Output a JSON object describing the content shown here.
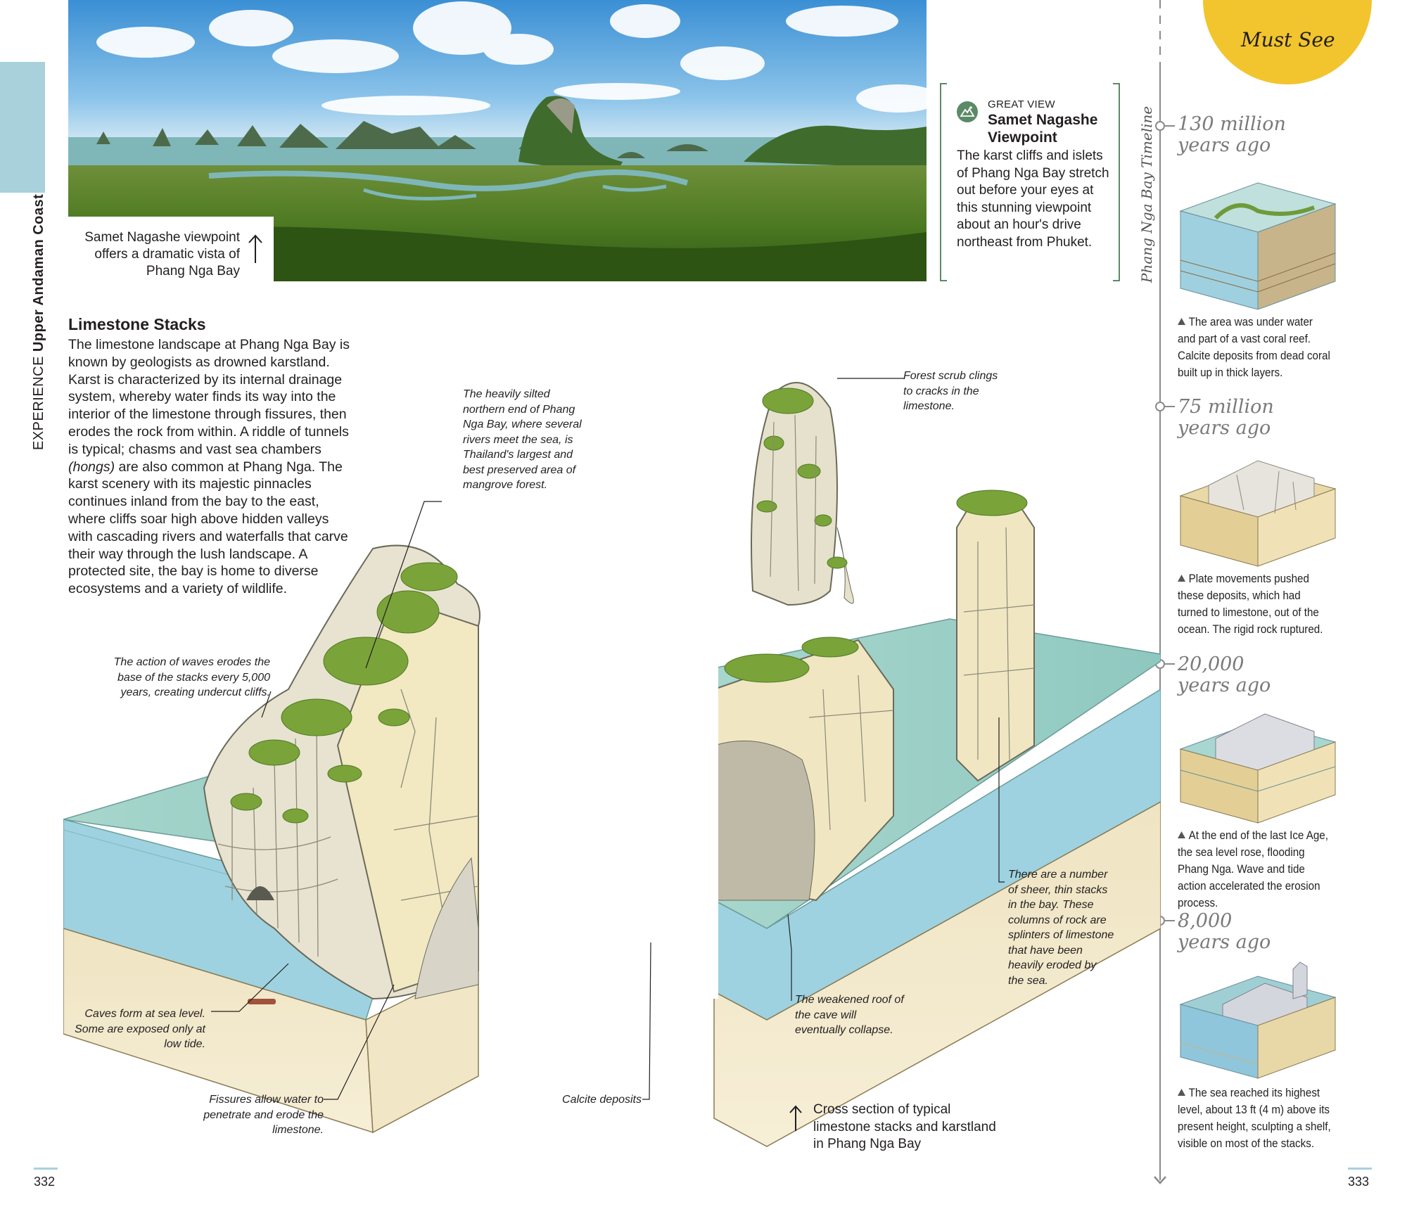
{
  "running_head": {
    "section": "EXPERIENCE",
    "title": "Upper Andaman Coast"
  },
  "photo_caption": {
    "lines": [
      "Samet Nagashe viewpoint",
      "offers a dramatic vista of",
      "Phang Nga Bay"
    ]
  },
  "great_view": {
    "kicker": "GREAT VIEW",
    "title": "Samet Nagashe Viewpoint",
    "body": "The karst cliffs and islets of Phang Nga Bay stretch out before your eyes at this stunning viewpoint about an hour's drive northeast from Phuket."
  },
  "must_see": "Must See",
  "timeline": {
    "title": "Phang Nga Bay Timeline",
    "entries": [
      {
        "era_1": "130 million",
        "era_2": "years ago",
        "text": "The area was under water and part of a vast coral reef. Calcite deposits from dead coral built up in thick layers."
      },
      {
        "era_1": "75 million",
        "era_2": "years ago",
        "text": "Plate movements pushed these deposits, which had turned to limestone, out of the ocean. The rigid rock ruptured."
      },
      {
        "era_1": "20,000",
        "era_2": "years ago",
        "text": "At the end of the last Ice Age, the sea level rose, flooding Phang Nga. Wave and tide action accelerated the erosion process."
      },
      {
        "era_1": "8,000",
        "era_2": "years ago",
        "text": "The sea reached its highest level, about 13 ft (4 m) above its present height, sculpting a shelf, visible on most of the stacks."
      }
    ]
  },
  "article": {
    "heading": "Limestone Stacks",
    "body_1": "The limestone landscape at Phang Nga Bay is known by geologists as drowned karstland. Karst is characterized by its internal drainage system, whereby water finds its way into the interior of the limestone through fissures, then erodes the rock from within. A riddle of tunnels is typical; chasms and vast sea chambers ",
    "body_em": "(hongs)",
    "body_2": " are also common at Phang Nga. The karst scenery with its majestic pinnacles continues inland from the bay to the east, where cliffs soar high above hidden valleys with cascading rivers and waterfalls that carve their way through the lush landscape. A protected site, the bay is home to diverse ecosystems and a variety of wildlife."
  },
  "annotations": {
    "silted": "The heavily silted northern end of Phang Nga Bay, where several rivers meet the sea, is Thailand's largest and best preserved area of mangrove forest.",
    "forest_scrub": "Forest scrub clings to cracks in the limestone.",
    "waves": "The action of waves erodes the base of the stacks every 5,000 years, creating undercut cliffs.",
    "caves": "Caves form at sea level. Some are exposed only at low tide.",
    "fissures": "Fissures allow water to penetrate and erode the limestone.",
    "calcite": "Calcite deposits",
    "roof": "The weakened roof of the cave will eventually collapse.",
    "stacks": "There are a number of sheer, thin stacks in the bay. These columns of rock are splinters of limestone that have been heavily eroded by the sea."
  },
  "cross_caption": {
    "lines": [
      "Cross section of typical",
      "limestone stacks and karstland",
      "in Phang Nga Bay"
    ]
  },
  "page_numbers": {
    "left": "332",
    "right": "333"
  },
  "colors": {
    "accent_blue": "#a9d1dc",
    "accent_green": "#5c8a66",
    "must_see_yellow": "#f2c52e",
    "limestone": "#f2e6c2",
    "vegetation": "#7aa33a",
    "sea": "#9fcfc4"
  }
}
